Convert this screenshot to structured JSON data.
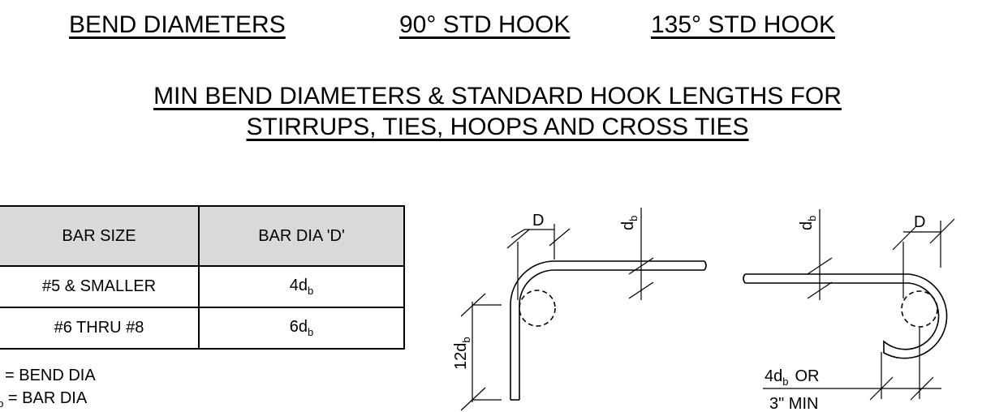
{
  "headers": {
    "bend_diameters": "BEND DIAMETERS",
    "hook_90": "90° STD HOOK",
    "hook_135": "135° STD HOOK"
  },
  "title": {
    "line1": "MIN BEND DIAMETERS & STANDARD HOOK LENGTHS FOR",
    "line2": "STIRRUPS, TIES, HOOPS AND CROSS TIES"
  },
  "table": {
    "col_bar_size": "BAR SIZE",
    "col_bar_dia": "BAR DIA 'D'",
    "rows": [
      {
        "size": "#5 & SMALLER",
        "dia_coef": "4",
        "dia_sub": "b"
      },
      {
        "size": "#6 THRU #8",
        "dia_coef": "6",
        "dia_sub": "b"
      }
    ]
  },
  "legend": {
    "d_label": "D  = BEND DIA",
    "db_label": "= BAR DIA"
  },
  "hook90": {
    "d_label": "D",
    "db_label": "d",
    "db_sub": "b",
    "length_label": "12d",
    "length_sub": "b"
  },
  "hook135": {
    "d_label": "D",
    "db_label": "d",
    "db_sub": "b",
    "ext_line1": "4d",
    "ext_sub": "b",
    "ext_line1_tail": "OR",
    "ext_line2": "3\" MIN"
  }
}
